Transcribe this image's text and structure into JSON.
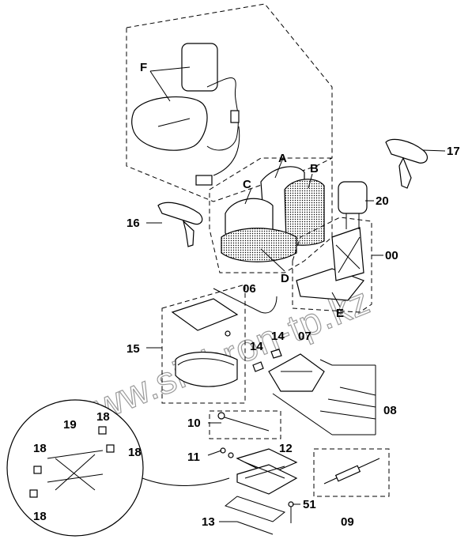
{
  "labels": {
    "F": "F",
    "A": "A",
    "B": "B",
    "C": "C",
    "D": "D",
    "E": "E",
    "p17": "17",
    "p20": "20",
    "p16": "16",
    "p00": "00",
    "p06": "06",
    "p15": "15",
    "p14a": "14",
    "p14b": "14",
    "p07": "07",
    "p08": "08",
    "p10": "10",
    "p19": "19",
    "p18a": "18",
    "p18b": "18",
    "p18c": "18",
    "p18d": "18",
    "p12": "12",
    "p11": "11",
    "p51": "51",
    "p09": "09",
    "p13": "13"
  },
  "watermark": "www.sinhron-tp.kz"
}
